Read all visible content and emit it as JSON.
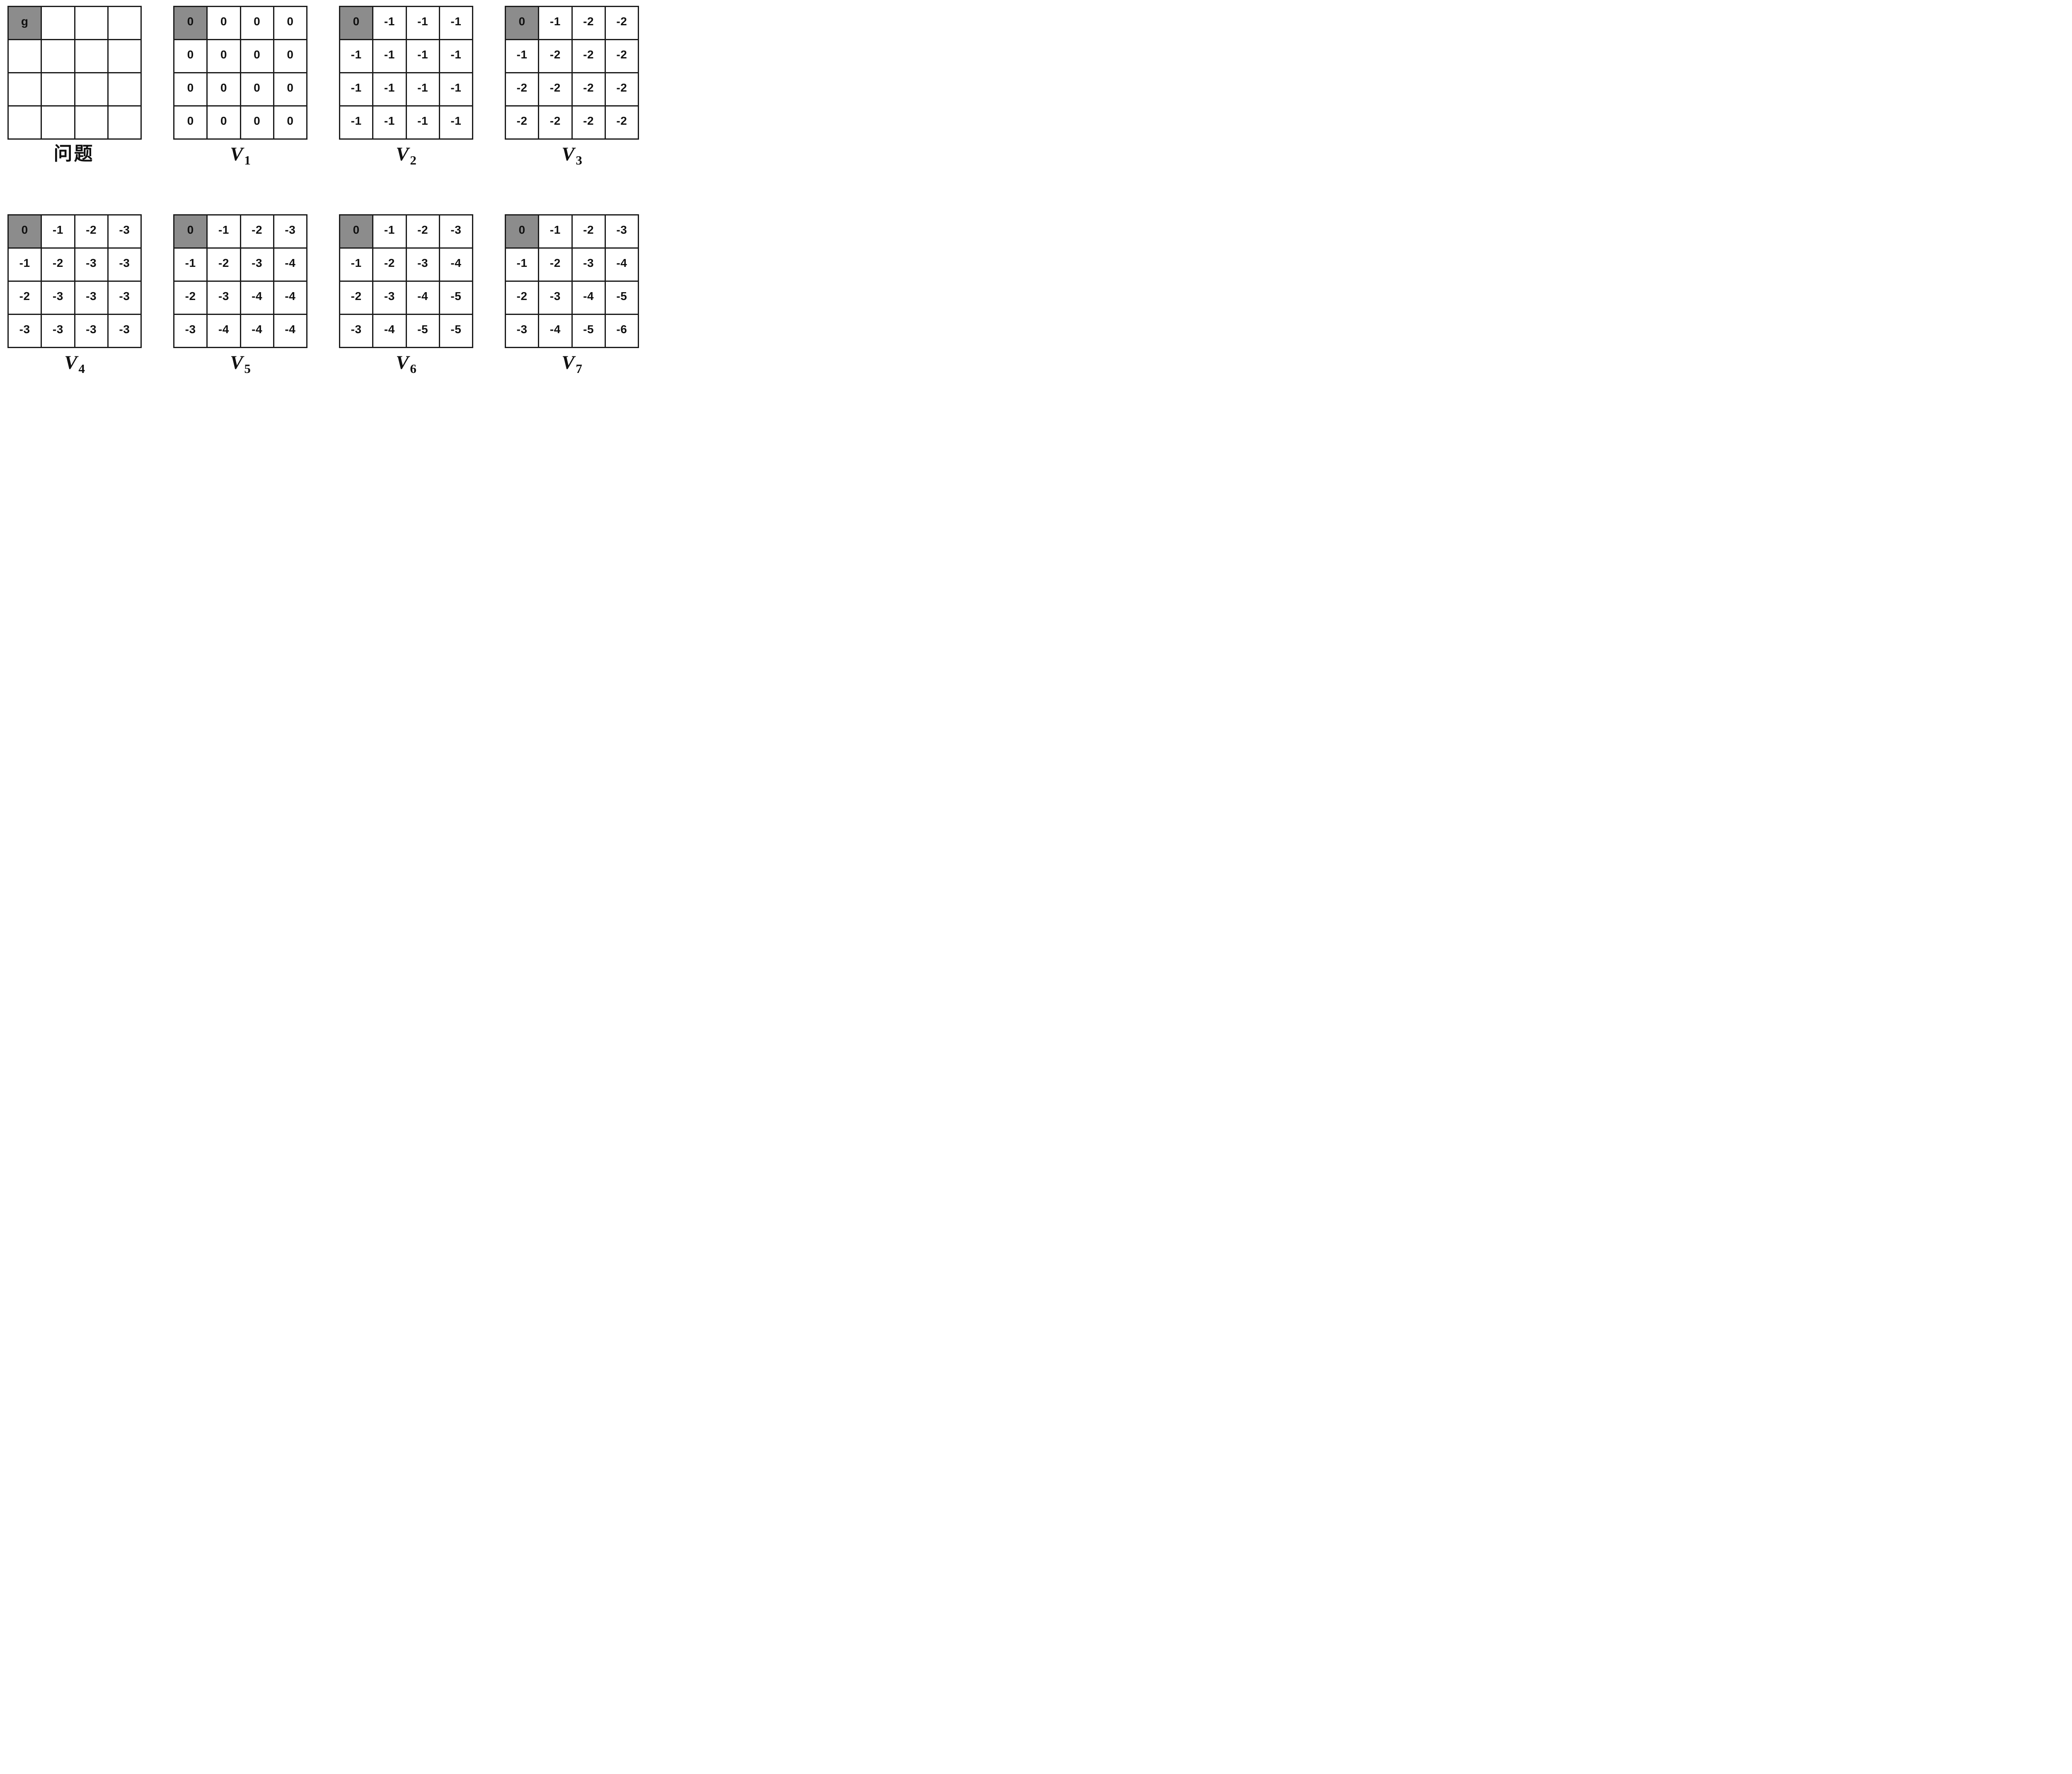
{
  "figure": {
    "description_visible_text_only": "",
    "background": "#ffffff"
  },
  "colors": {
    "goal_cell_fill": "#8c8c8c",
    "grid_line": "#1a1a1a",
    "text": "#111111",
    "background": "#ffffff"
  },
  "grids": [
    {
      "id": "problem",
      "label_main": "问题",
      "label_sub": "",
      "cells": [
        [
          "g",
          "",
          "",
          ""
        ],
        [
          "",
          "",
          "",
          ""
        ],
        [
          "",
          "",
          "",
          ""
        ],
        [
          "",
          "",
          "",
          ""
        ]
      ]
    },
    {
      "id": "V1",
      "label_main": "V",
      "label_sub": "1",
      "cells": [
        [
          "0",
          "0",
          "0",
          "0"
        ],
        [
          "0",
          "0",
          "0",
          "0"
        ],
        [
          "0",
          "0",
          "0",
          "0"
        ],
        [
          "0",
          "0",
          "0",
          "0"
        ]
      ]
    },
    {
      "id": "V2",
      "label_main": "V",
      "label_sub": "2",
      "cells": [
        [
          "0",
          "-1",
          "-1",
          "-1"
        ],
        [
          "-1",
          "-1",
          "-1",
          "-1"
        ],
        [
          "-1",
          "-1",
          "-1",
          "-1"
        ],
        [
          "-1",
          "-1",
          "-1",
          "-1"
        ]
      ]
    },
    {
      "id": "V3",
      "label_main": "V",
      "label_sub": "3",
      "cells": [
        [
          "0",
          "-1",
          "-2",
          "-2"
        ],
        [
          "-1",
          "-2",
          "-2",
          "-2"
        ],
        [
          "-2",
          "-2",
          "-2",
          "-2"
        ],
        [
          "-2",
          "-2",
          "-2",
          "-2"
        ]
      ]
    },
    {
      "id": "V4",
      "label_main": "V",
      "label_sub": "4",
      "cells": [
        [
          "0",
          "-1",
          "-2",
          "-3"
        ],
        [
          "-1",
          "-2",
          "-3",
          "-3"
        ],
        [
          "-2",
          "-3",
          "-3",
          "-3"
        ],
        [
          "-3",
          "-3",
          "-3",
          "-3"
        ]
      ]
    },
    {
      "id": "V5",
      "label_main": "V",
      "label_sub": "5",
      "cells": [
        [
          "0",
          "-1",
          "-2",
          "-3"
        ],
        [
          "-1",
          "-2",
          "-3",
          "-4"
        ],
        [
          "-2",
          "-3",
          "-4",
          "-4"
        ],
        [
          "-3",
          "-4",
          "-4",
          "-4"
        ]
      ]
    },
    {
      "id": "V6",
      "label_main": "V",
      "label_sub": "6",
      "cells": [
        [
          "0",
          "-1",
          "-2",
          "-3"
        ],
        [
          "-1",
          "-2",
          "-3",
          "-4"
        ],
        [
          "-2",
          "-3",
          "-4",
          "-5"
        ],
        [
          "-3",
          "-4",
          "-5",
          "-5"
        ]
      ]
    },
    {
      "id": "V7",
      "label_main": "V",
      "label_sub": "7",
      "cells": [
        [
          "0",
          "-1",
          "-2",
          "-3"
        ],
        [
          "-1",
          "-2",
          "-3",
          "-4"
        ],
        [
          "-2",
          "-3",
          "-4",
          "-5"
        ],
        [
          "-3",
          "-4",
          "-5",
          "-6"
        ]
      ]
    }
  ]
}
